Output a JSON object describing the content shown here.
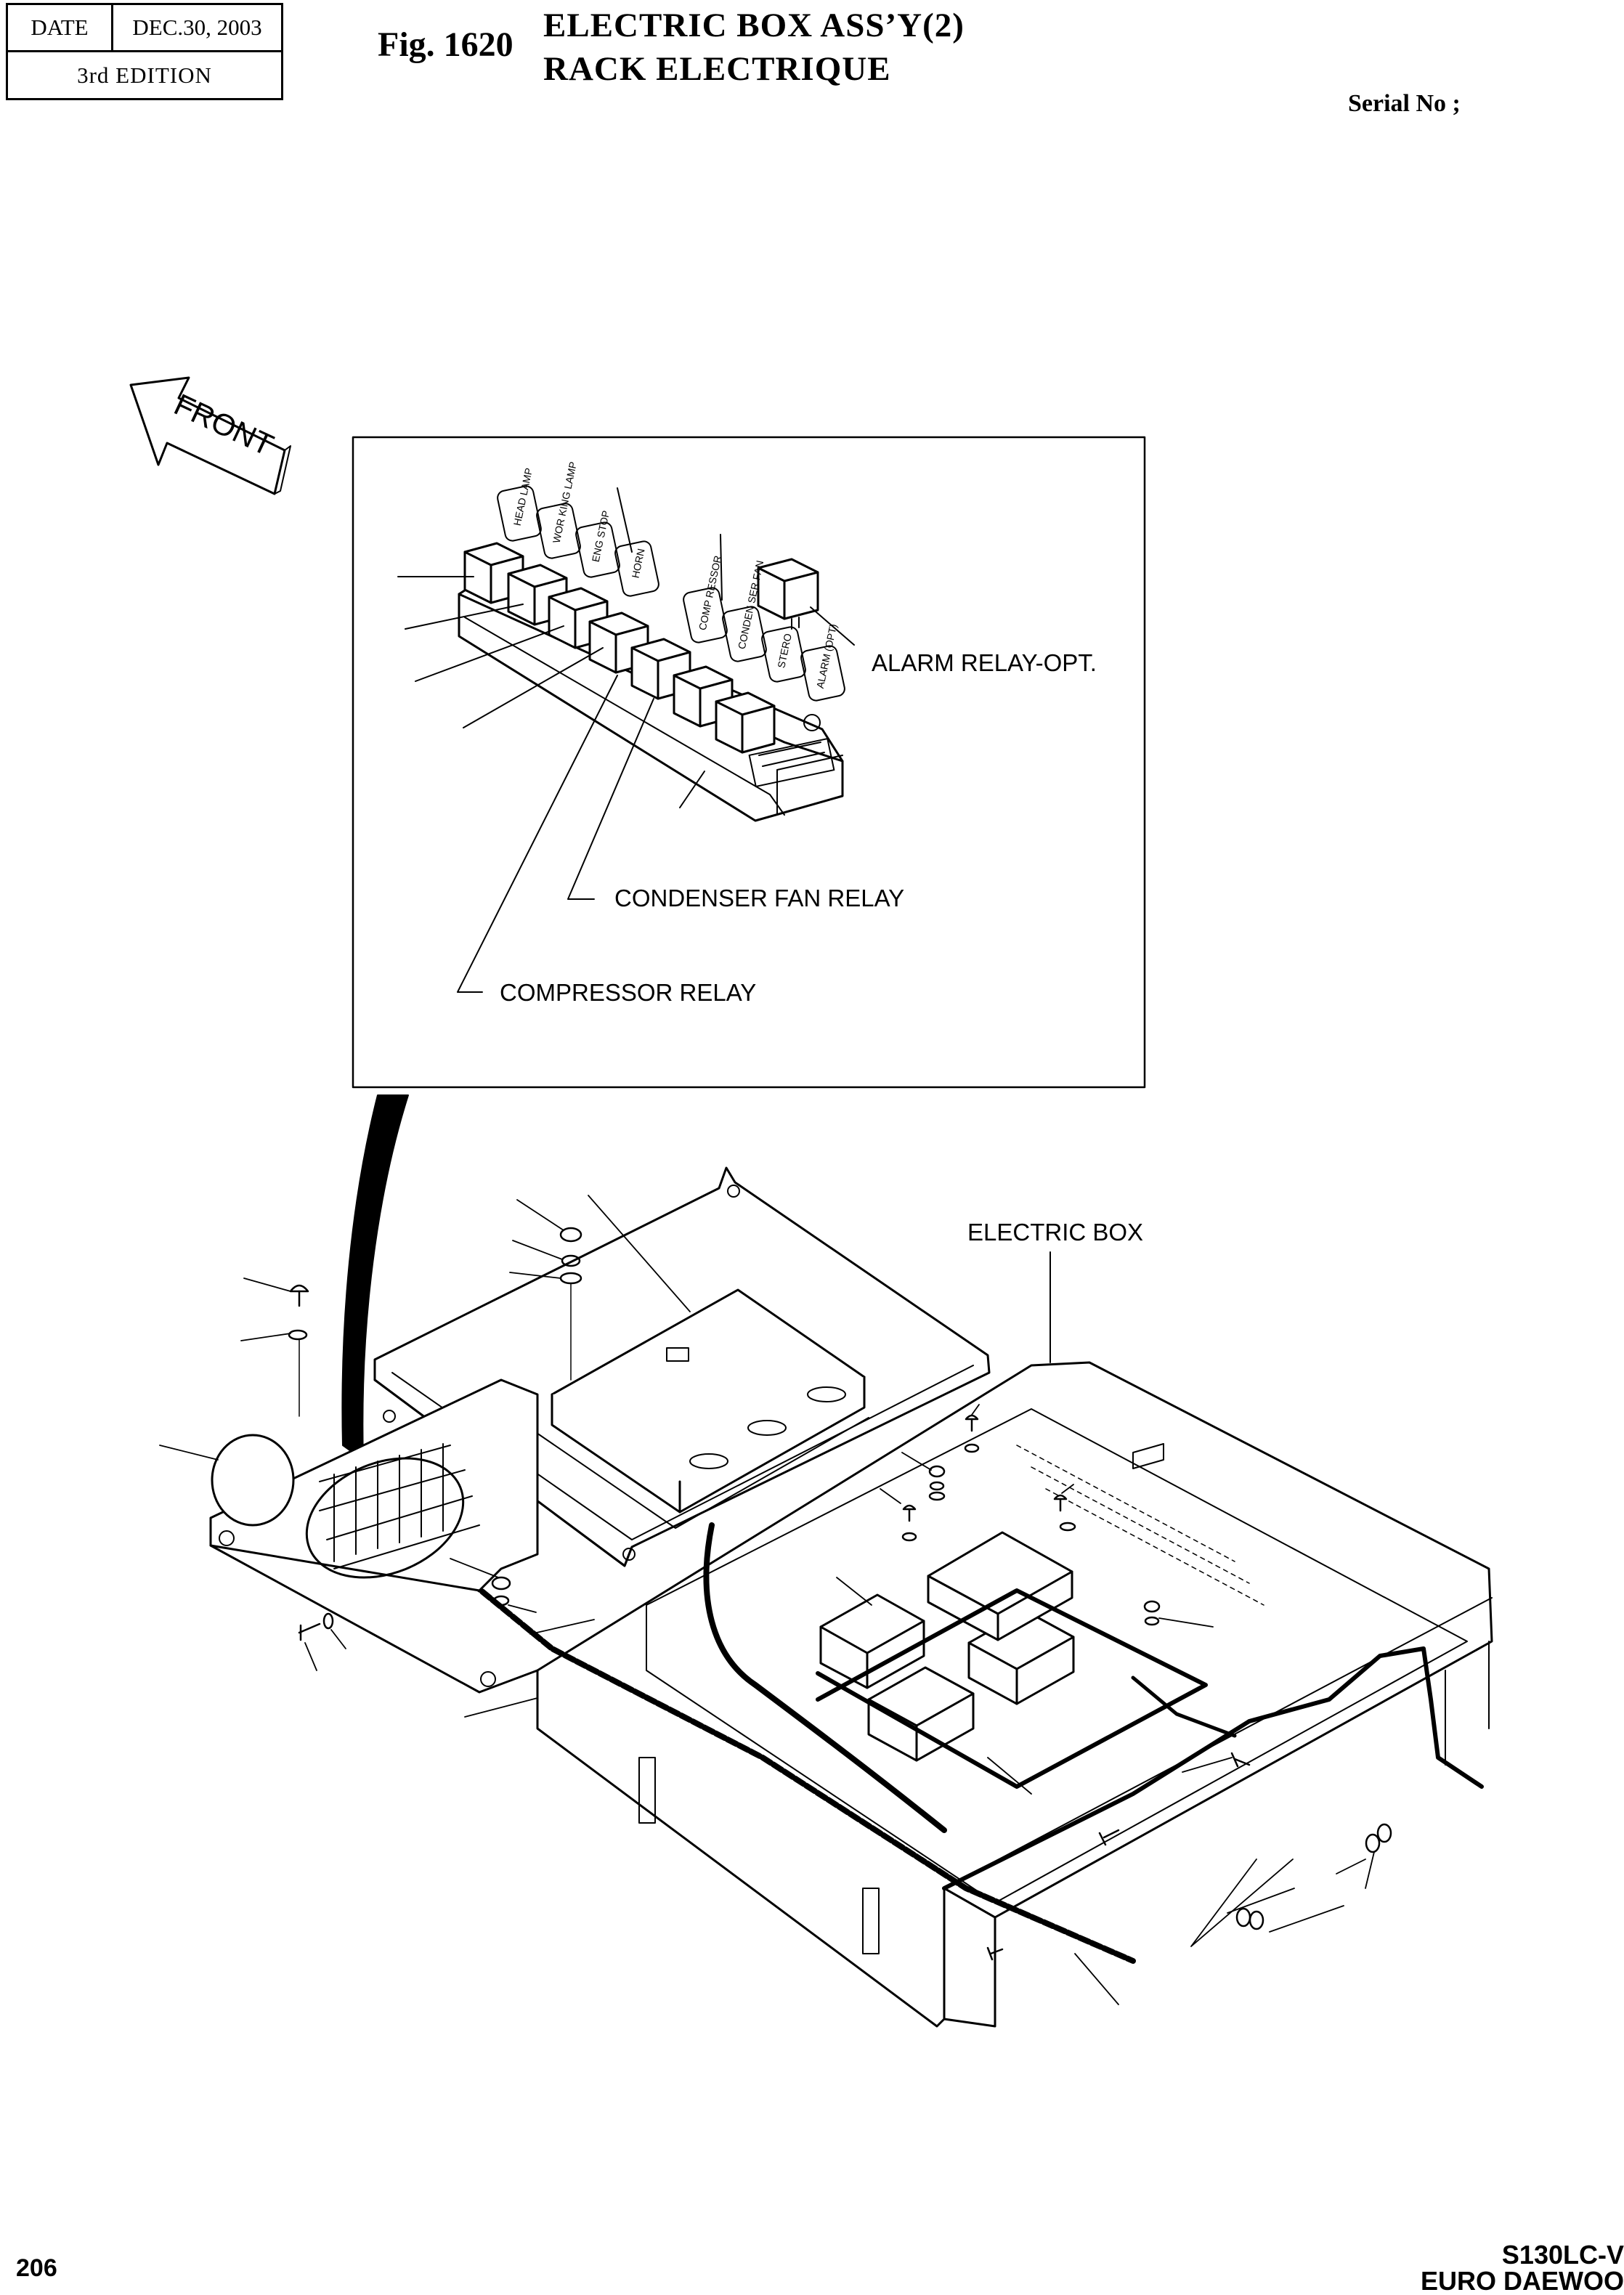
{
  "header": {
    "date_label": "DATE",
    "date_value": "DEC.30, 2003",
    "edition": "3rd  EDITION",
    "fig_number": "Fig. 1620",
    "title_en": "ELECTRIC BOX ASS’Y(2)",
    "title_fr": "RACK ELECTRIQUE",
    "serial_label": "Serial No ;"
  },
  "diagram": {
    "front_arrow_label": "FRONT",
    "relay_tags": [
      "HEAD LAMP",
      "WOR KING LAMP",
      "ENG STOP",
      "HORN",
      "COMP RESSOR",
      "CONDEN SER FAN",
      "STERO",
      "ALARM (OPT)"
    ],
    "callouts": {
      "alarm_relay": "ALARM RELAY-OPT.",
      "condenser_fan_relay": "CONDENSER FAN RELAY",
      "compressor_relay": "COMPRESSOR RELAY",
      "electric_box": "ELECTRIC BOX"
    }
  },
  "footer": {
    "page_number": "206",
    "model": "S130LC-V",
    "maker": "EURO DAEWOO"
  }
}
